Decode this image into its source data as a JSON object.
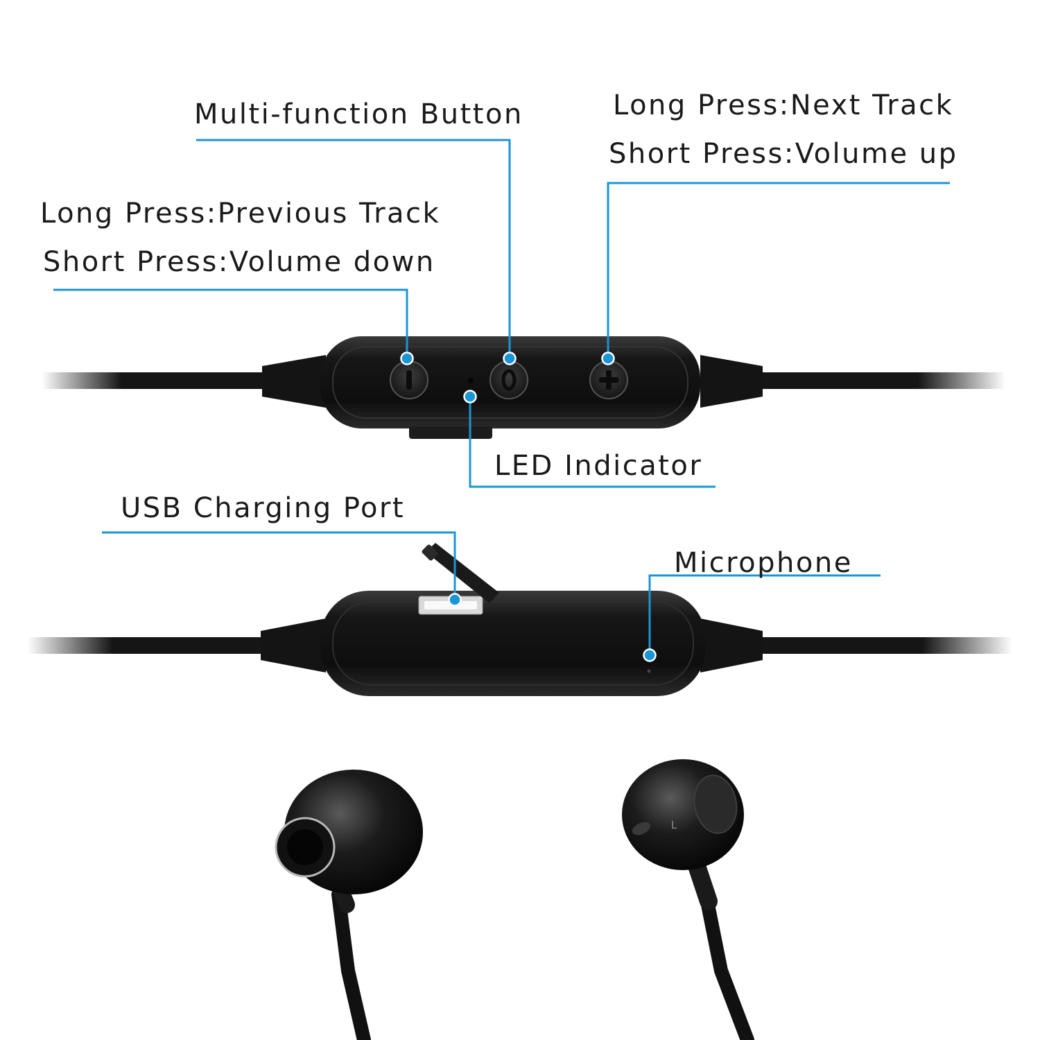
{
  "colors": {
    "callout": "#1a95d6",
    "device": "#151515",
    "device_highlight": "#4a4a4a",
    "text": "#1a1a1a"
  },
  "callouts": {
    "multi_function": "Multi-function Button",
    "next_track": "Long Press:Next Track",
    "volume_up": "Short Press:Volume up",
    "previous_track": "Long Press:Previous Track",
    "volume_down": "Short Press:Volume down",
    "led": "LED Indicator",
    "usb": "USB Charging Port",
    "microphone": "Microphone"
  },
  "icons": {
    "minus": "minus-button-icon",
    "multi": "multi-function-button-icon",
    "plus": "plus-button-icon"
  },
  "earbud_marking": "L"
}
